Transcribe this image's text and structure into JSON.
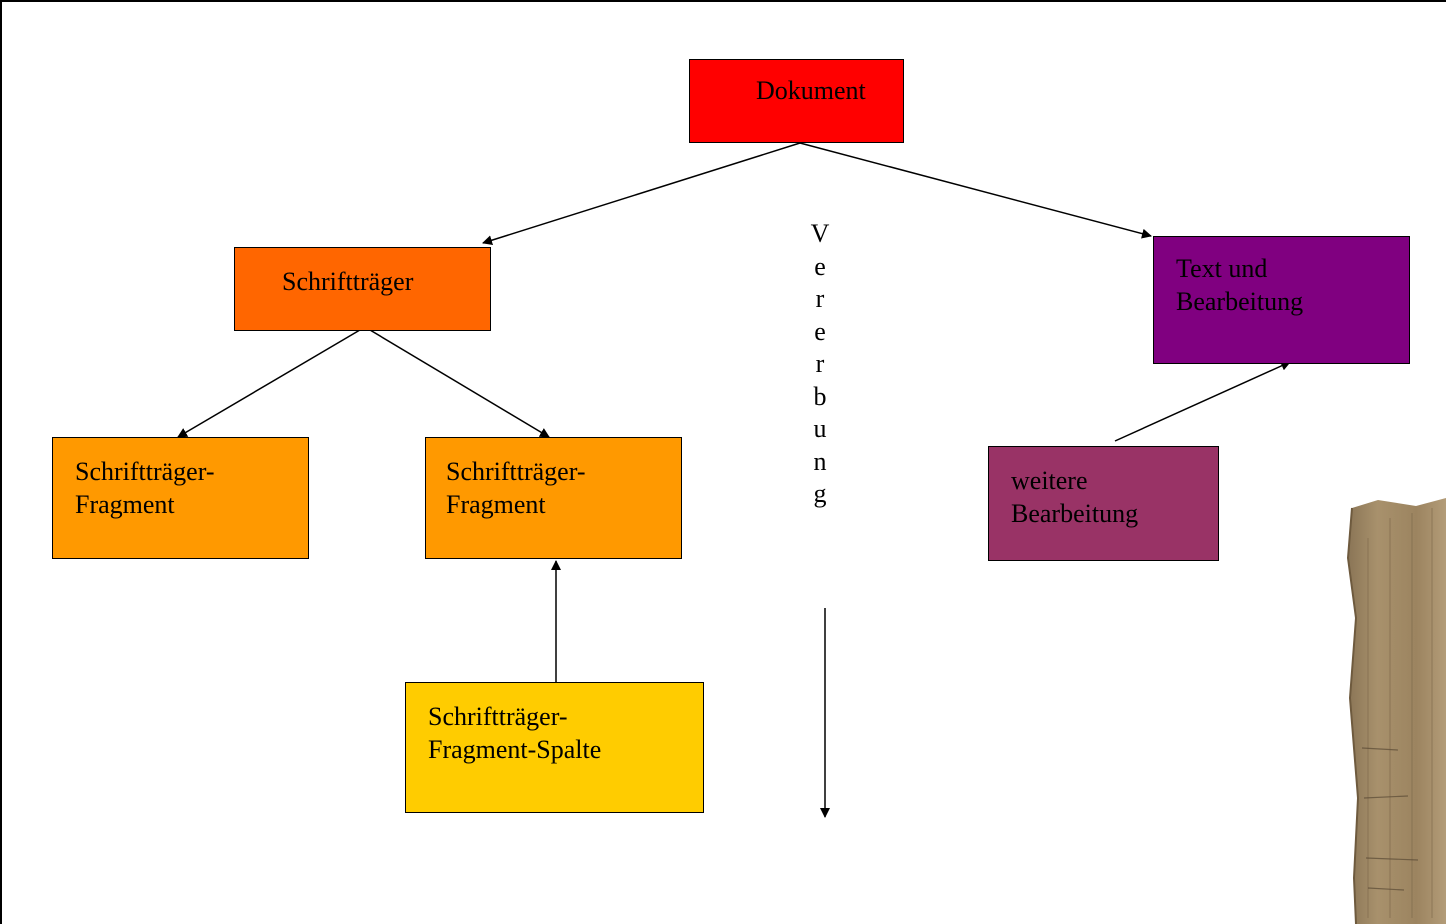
{
  "nodes": {
    "dokument": "Dokument",
    "schrifttraeger": "Schriftträger",
    "fragment_left": [
      "Schriftträger-",
      "Fragment"
    ],
    "fragment_right": [
      "Schriftträger-",
      "Fragment"
    ],
    "fragment_spalte": [
      "Schriftträger-",
      "Fragment-Spalte"
    ],
    "text_bearbeitung": [
      "Text und",
      "Bearbeitung"
    ],
    "weitere_bearbeitung": [
      "weitere",
      "Bearbeitung"
    ]
  },
  "vererbung_letters": [
    "V",
    "e",
    "r",
    "e",
    "r",
    "b",
    "u",
    "n",
    "g"
  ],
  "colors": {
    "dokument": "#ff0000",
    "schrifttraeger": "#ff6600",
    "fragment": "#ff9900",
    "spalte": "#ffcc00",
    "text": "#800080",
    "weitere": "#993366"
  }
}
